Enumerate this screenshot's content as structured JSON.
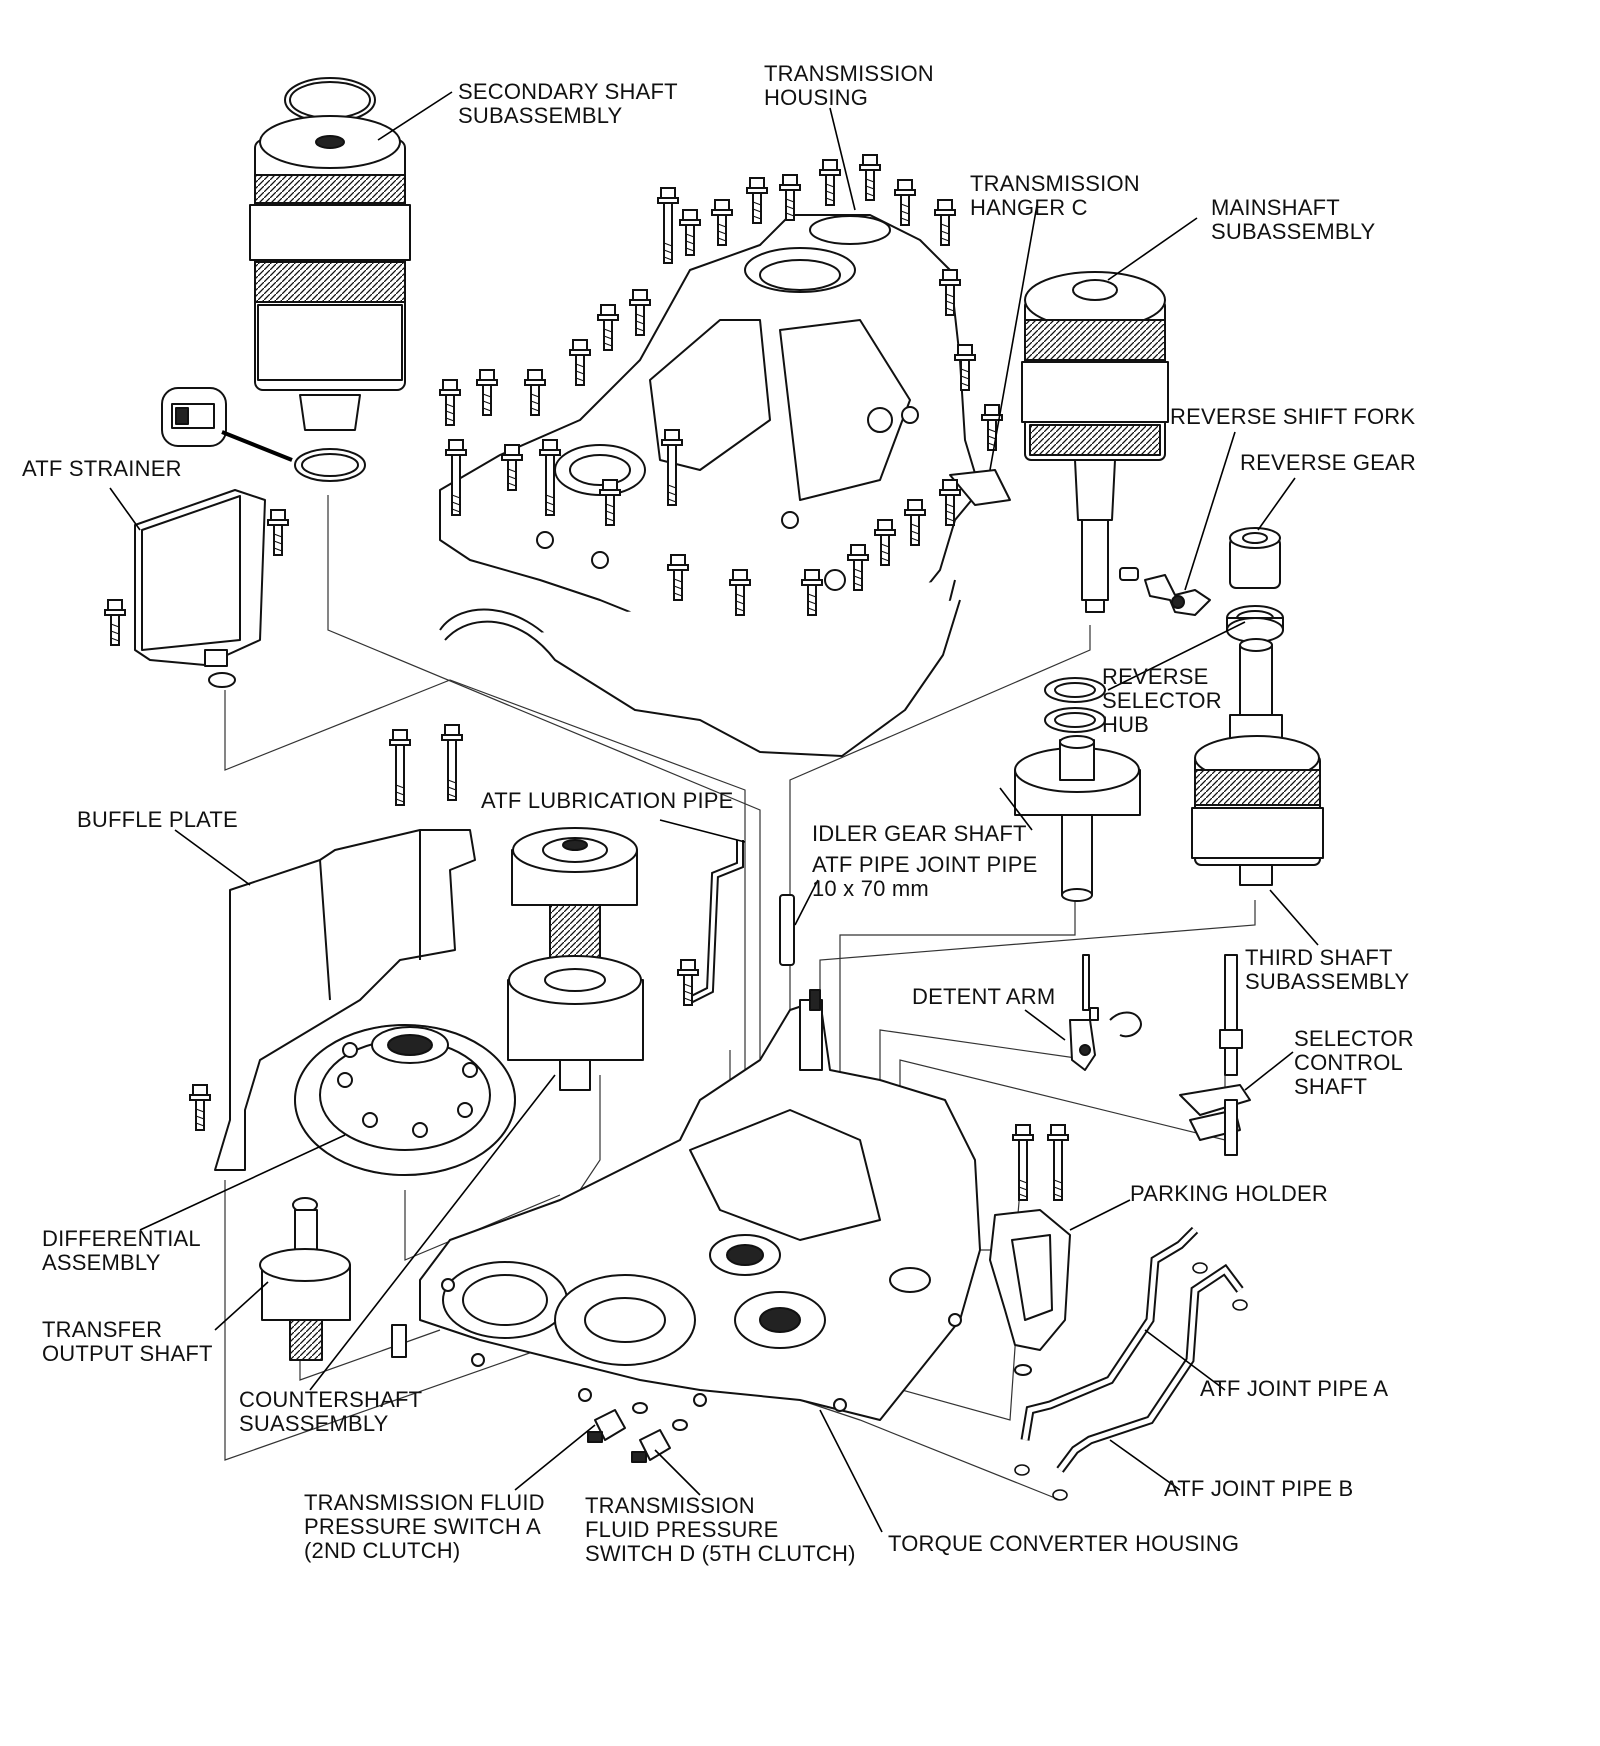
{
  "labels": {
    "secondary_shaft": "SECONDARY SHAFT\nSUBASSEMBLY",
    "transmission_housing": "TRANSMISSION\nHOUSING",
    "transmission_hanger_c": "TRANSMISSION\nHANGER C",
    "mainshaft": "MAINSHAFT\nSUBASSEMBLY",
    "reverse_shift_fork": "REVERSE SHIFT FORK",
    "reverse_gear": "REVERSE GEAR",
    "atf_strainer": "ATF STRAINER",
    "reverse_selector_hub": "REVERSE\nSELECTOR\nHUB",
    "buffle_plate": "BUFFLE PLATE",
    "atf_lubrication_pipe": "ATF LUBRICATION PIPE",
    "idler_gear_shaft": "IDLER GEAR SHAFT",
    "atf_pipe_joint_pipe": "ATF PIPE JOINT PIPE\n10 x 70 mm",
    "third_shaft": "THIRD SHAFT\nSUBASSEMBLY",
    "detent_arm": "DETENT ARM",
    "selector_control_shaft": "SELECTOR\nCONTROL\nSHAFT",
    "parking_holder": "PARKING HOLDER",
    "differential_assembly": "DIFFERENTIAL\nASSEMBLY",
    "transfer_output_shaft": "TRANSFER\nOUTPUT SHAFT",
    "countershaft": "COUNTERSHAFT\nSUASSEMBLY",
    "atf_joint_pipe_a": "ATF JOINT PIPE A",
    "atf_joint_pipe_b": "ATF JOINT PIPE B",
    "pressure_switch_a": "TRANSMISSION FLUID\nPRESSURE SWITCH A\n(2ND CLUTCH)",
    "pressure_switch_d": "TRANSMISSION\nFLUID PRESSURE\nSWITCH D (5TH CLUTCH)",
    "torque_converter_housing": "TORQUE CONVERTER HOUSING"
  },
  "colors": {
    "ink": "#111111",
    "paper": "#ffffff"
  }
}
